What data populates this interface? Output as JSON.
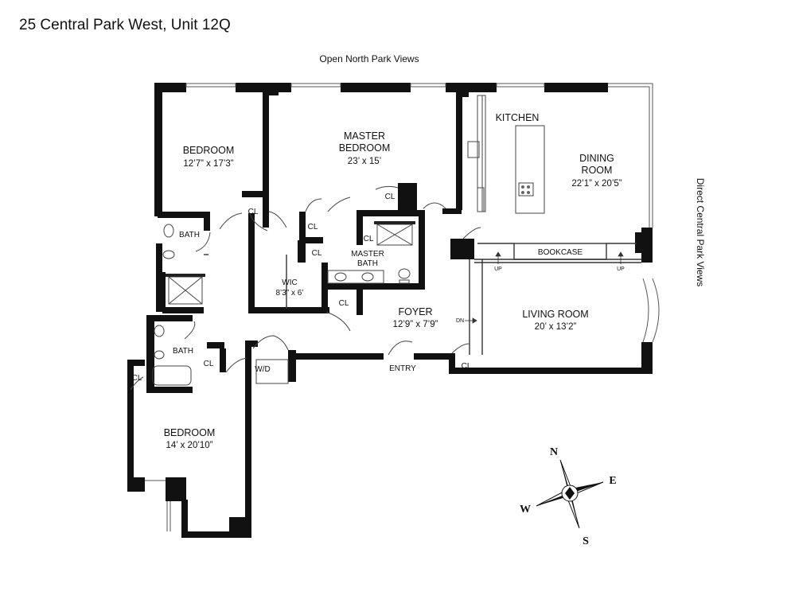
{
  "title": "25 Central Park West, Unit 12Q",
  "notes": {
    "north": "Open North Park Views",
    "east": "Direct Central Park Views"
  },
  "rooms": {
    "bedroom1": {
      "name": "BEDROOM",
      "dims": "12’7” x 17’3”"
    },
    "master": {
      "name1": "MASTER",
      "name2": "BEDROOM",
      "dims": "23’ x 15’"
    },
    "kitchen": {
      "name": "KITCHEN"
    },
    "dining": {
      "name1": "DINING",
      "name2": "ROOM",
      "dims": "22’1” x 20’5”"
    },
    "bath1": {
      "name": "BATH"
    },
    "wic": {
      "name": "WIC",
      "dims": "8’3” x 6’"
    },
    "master_bath": {
      "name1": "MASTER",
      "name2": "BATH"
    },
    "foyer": {
      "name": "FOYER",
      "dims": "12’9” x 7’9”"
    },
    "living": {
      "name": "LIVING ROOM",
      "dims": "20’ x 13’2”"
    },
    "bath2": {
      "name": "BATH"
    },
    "bedroom2": {
      "name": "BEDROOM",
      "dims": "14’ x 20’10”"
    }
  },
  "labels": {
    "closet": "CL",
    "bookcase": "BOOKCASE",
    "up": "UP",
    "down": "DN",
    "entry": "ENTRY",
    "washer_dryer": "W/D"
  },
  "compass": {
    "n": "N",
    "e": "E",
    "s": "S",
    "w": "W"
  }
}
